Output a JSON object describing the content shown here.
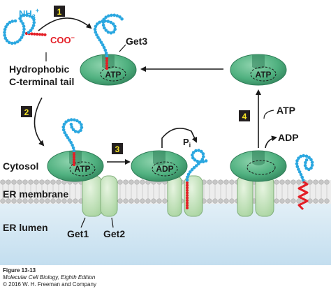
{
  "labels": {
    "nh3": "NH",
    "nh3_sub": "3",
    "nh3_sup": "+",
    "coo": "COO",
    "coo_sup": "−",
    "hydrophobic_line1": "Hydrophobic",
    "hydrophobic_line2": "C-terminal tail",
    "get3": "Get3",
    "cytosol": "Cytosol",
    "er_membrane": "ER membrane",
    "er_lumen": "ER lumen",
    "get1": "Get1",
    "get2": "Get2",
    "atp": "ATP",
    "adp": "ADP",
    "pi": "P",
    "pi_sub": "i"
  },
  "steps": [
    "1",
    "2",
    "3",
    "4"
  ],
  "caption": {
    "line1": "Figure 13-13",
    "line2": "Molecular Cell Biology, Eighth Edition",
    "line3": "© 2016 W. H. Freeman and Company"
  },
  "colors": {
    "protein_green": "#5cb88a",
    "protein_dark": "#2e7d57",
    "chain_blue": "#2aa7e0",
    "tail_red": "#e41e26",
    "membrane_gray": "#d9d9d9",
    "get_receptor": "#c8e6c0",
    "lumen_blue": "#cfe6f3",
    "step_label_yellow": "#f5e425"
  }
}
